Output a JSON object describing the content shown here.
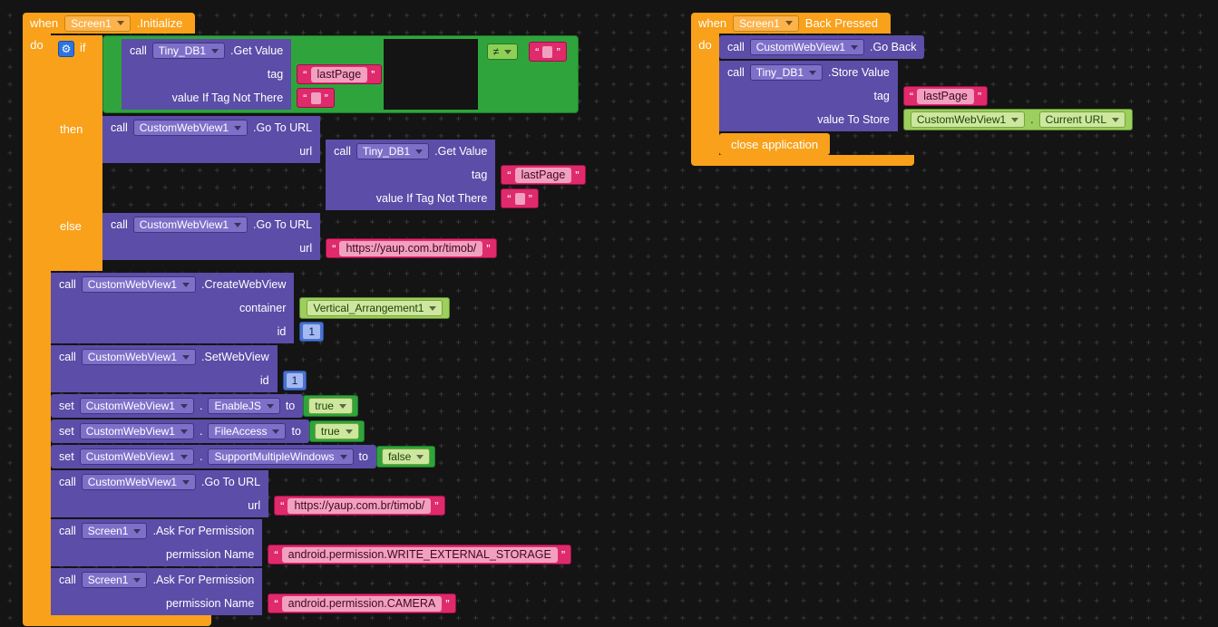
{
  "ui": {
    "quote_open": "“",
    "quote_close": "”",
    "gear": "⚙",
    "dot": "."
  },
  "colors": {
    "canvas": "#141414",
    "event_orange": "#f9a11b",
    "call_purple": "#5b4da8",
    "logic_green": "#2fa43c",
    "getter_green": "#9ccf5e",
    "text_pink": "#df2a6b",
    "number_blue": "#4a72d1"
  },
  "left_event": {
    "when": "when",
    "component": "Screen1",
    "event": ".Initialize",
    "do": "do",
    "if_block": {
      "if_label": "if",
      "then_label": "then",
      "else_label": "else",
      "condition": {
        "op": "≠",
        "get_value": {
          "call": "call",
          "component": "Tiny_DB1",
          "method": ".Get Value",
          "tag_label": "tag",
          "tag": "lastPage",
          "default_label": "value If Tag Not There"
        }
      },
      "then_call": {
        "call": "call",
        "component": "CustomWebView1",
        "method": ".Go To URL",
        "url_label": "url",
        "url_value": {
          "call": "call",
          "component": "Tiny_DB1",
          "method": ".Get Value",
          "tag_label": "tag",
          "tag": "lastPage",
          "default_label": "value If Tag Not There"
        }
      },
      "else_call": {
        "call": "call",
        "component": "CustomWebView1",
        "method": ".Go To URL",
        "url_label": "url",
        "url": "https://yaup.com.br/timob/"
      }
    },
    "create_webview": {
      "call": "call",
      "component": "CustomWebView1",
      "method": ".CreateWebView",
      "container_label": "container",
      "container": "Vertical_Arrangement1",
      "id_label": "id",
      "id": "1"
    },
    "set_webview": {
      "call": "call",
      "component": "CustomWebView1",
      "method": ".SetWebView",
      "id_label": "id",
      "id": "1"
    },
    "set_enable_js": {
      "set": "set",
      "component": "CustomWebView1",
      "property": "EnableJS",
      "to": "to",
      "value": "true"
    },
    "set_file_access": {
      "set": "set",
      "component": "CustomWebView1",
      "property": "FileAccess",
      "to": "to",
      "value": "true"
    },
    "set_support_multiple_windows": {
      "set": "set",
      "component": "CustomWebView1",
      "property": "SupportMultipleWindows",
      "to": "to",
      "value": "false"
    },
    "go_to_url": {
      "call": "call",
      "component": "CustomWebView1",
      "method": ".Go To URL",
      "url_label": "url",
      "url": "https://yaup.com.br/timob/"
    },
    "ask_permission_storage": {
      "call": "call",
      "component": "Screen1",
      "method": ".Ask For Permission",
      "perm_label": "permission Name",
      "permission": "android.permission.WRITE_EXTERNAL_STORAGE"
    },
    "ask_permission_camera": {
      "call": "call",
      "component": "Screen1",
      "method": ".Ask For Permission",
      "perm_label": "permission Name",
      "permission": "android.permission.CAMERA"
    }
  },
  "right_event": {
    "when": "when",
    "component": "Screen1",
    "event": "Back Pressed",
    "do": "do",
    "go_back": {
      "call": "call",
      "component": "CustomWebView1",
      "method": ".Go Back"
    },
    "store_value": {
      "call": "call",
      "component": "Tiny_DB1",
      "method": ".Store Value",
      "tag_label": "tag",
      "tag": "lastPage",
      "value_label": "value To Store",
      "value": {
        "component": "CustomWebView1",
        "property": "Current URL"
      }
    },
    "close_app": "close application"
  }
}
